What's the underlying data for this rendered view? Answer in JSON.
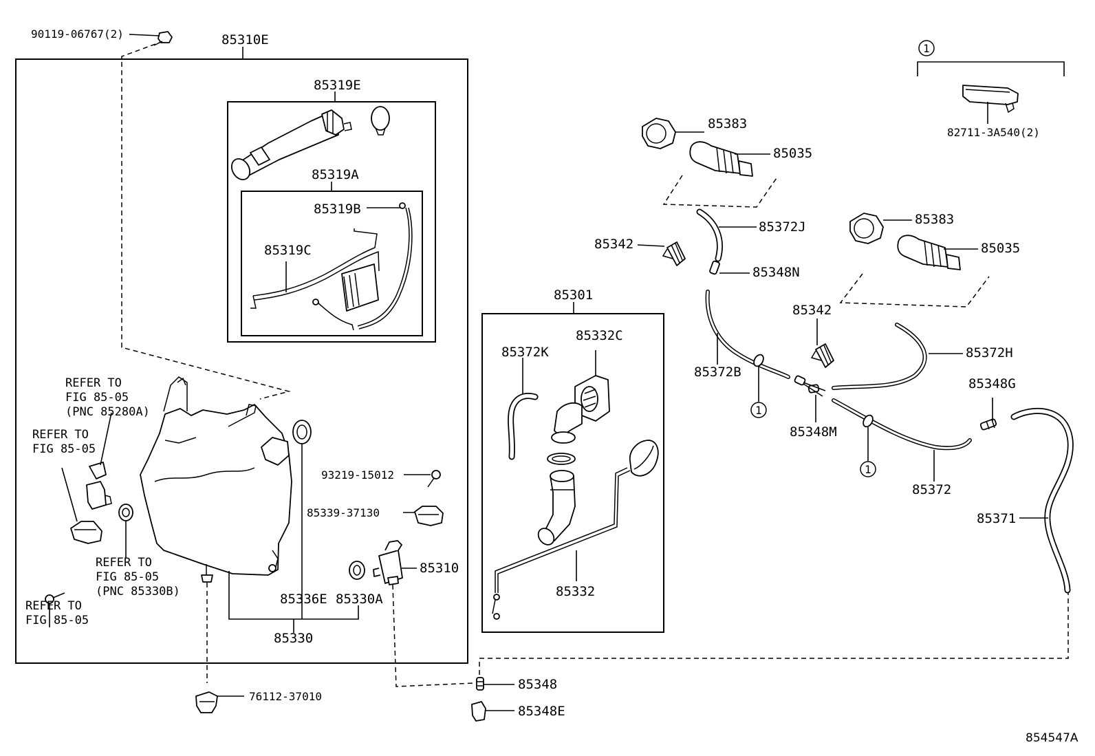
{
  "parts": {
    "p90119": "90119-06767(2)",
    "p85310E": "85310E",
    "p85319E": "85319E",
    "p85319A": "85319A",
    "p85319B": "85319B",
    "p85319C": "85319C",
    "p85301": "85301",
    "p85332C": "85332C",
    "p85372K": "85372K",
    "p85332": "85332",
    "p85383a": "85383",
    "p85035a": "85035",
    "p85372J": "85372J",
    "p85342a": "85342",
    "p85348N": "85348N",
    "p85383b": "85383",
    "p85035b": "85035",
    "p85342b": "85342",
    "p85372H": "85372H",
    "p85372B": "85372B",
    "p85348M": "85348M",
    "p85348G": "85348G",
    "p85372": "85372",
    "p85371": "85371",
    "p82711": "82711-3A540(2)",
    "p93219": "93219-15012",
    "p85339": "85339-37130",
    "p85310": "85310",
    "p85336E": "85336E",
    "p85330A": "85330A",
    "p85330": "85330",
    "p76112": "76112-37010",
    "p85348": "85348",
    "p85348E": "85348E"
  },
  "notes": {
    "refer1": [
      "REFER TO",
      "FIG 85-05",
      "(PNC 85280A)"
    ],
    "refer2": [
      "REFER TO",
      "FIG 85-05"
    ],
    "refer3": [
      "REFER TO",
      "FIG 85-05",
      "(PNC 85330B)"
    ],
    "refer4": [
      "REFER TO",
      "FIG 85-05"
    ]
  },
  "callout": "1",
  "diagram_id": "854547A"
}
